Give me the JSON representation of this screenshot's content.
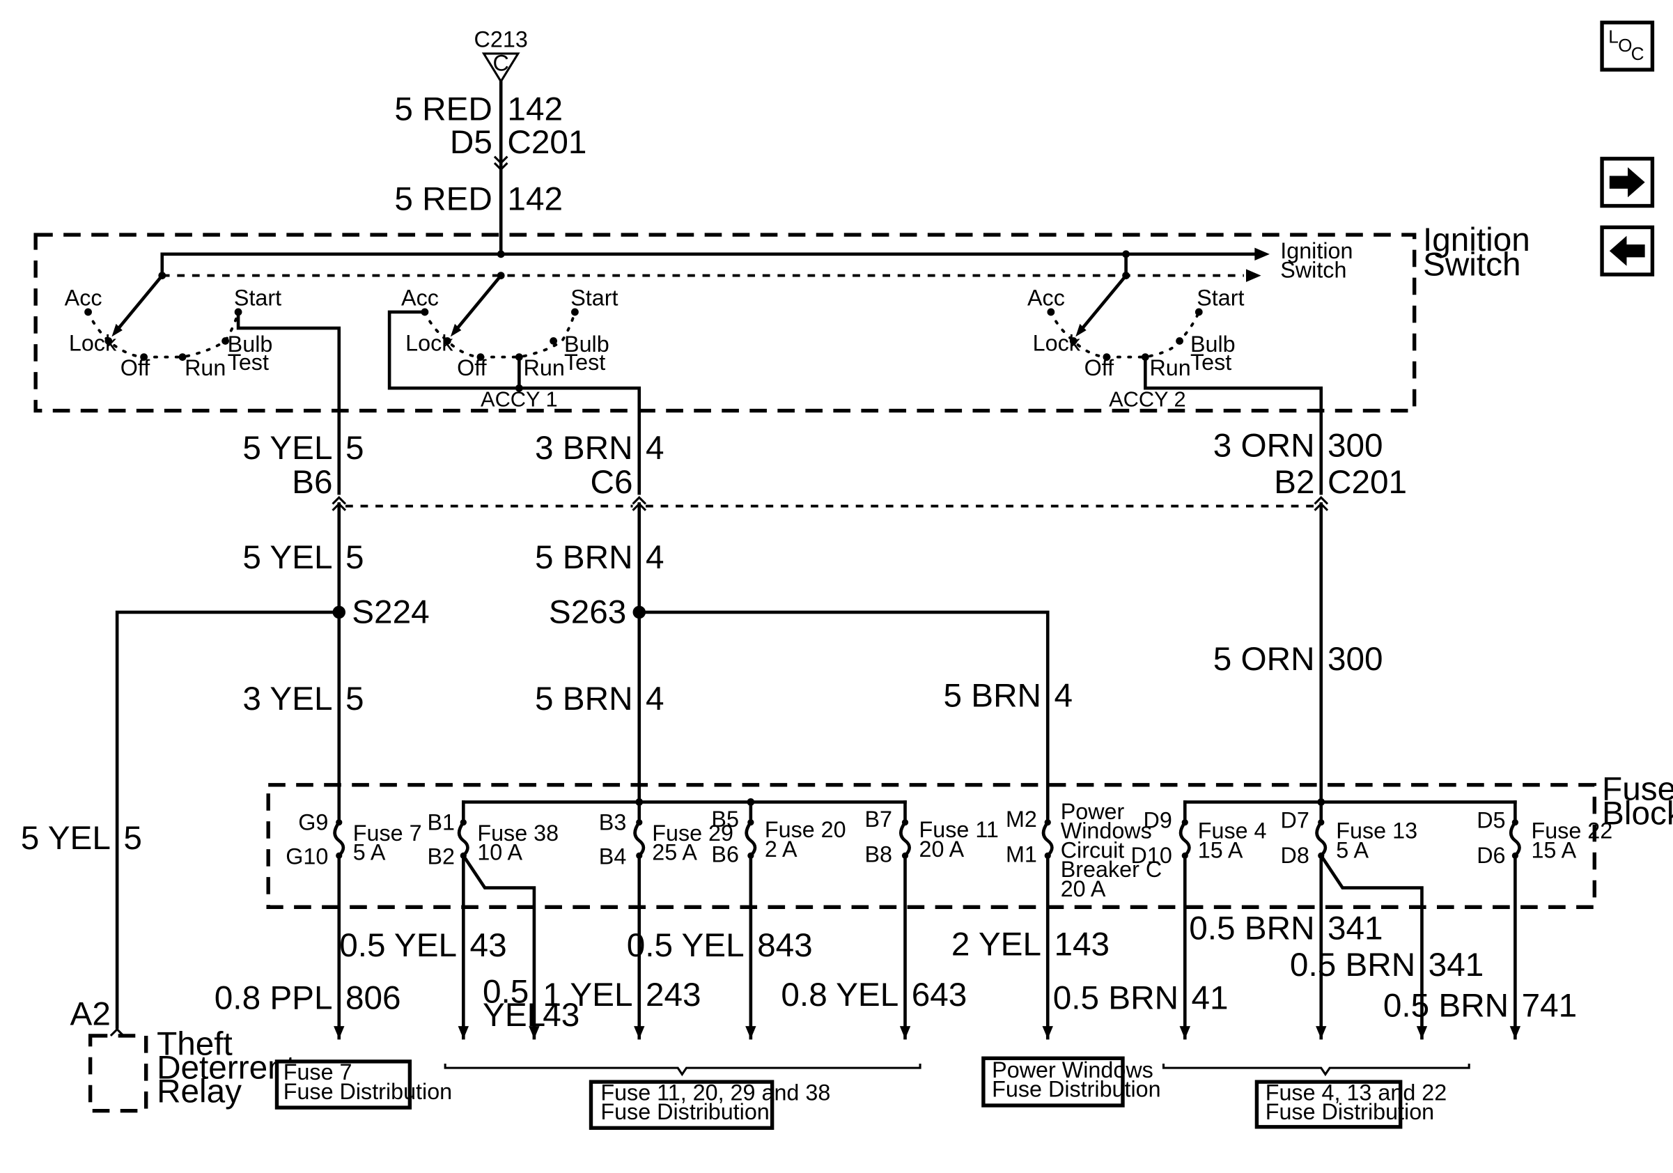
{
  "top_connector": {
    "name": "C213",
    "letter": "C"
  },
  "top_wires": {
    "w1_gauge": "5 RED",
    "w1_circuit": "142",
    "conn_pin": "D5",
    "conn_name": "C201",
    "w2_gauge": "5 RED",
    "w2_circuit": "142"
  },
  "ignition_switch": {
    "label_line1": "Ignition",
    "label_line2": "Switch",
    "box_line1": "Ignition",
    "box_line2": "Switch",
    "pos_acc": "Acc",
    "pos_start": "Start",
    "pos_lock": "Lock",
    "pos_off": "Off",
    "pos_run": "Run",
    "pos_bulb": "Bulb",
    "pos_test": "Test",
    "accy1": "ACCY 1",
    "accy2": "ACCY 2"
  },
  "upper_wires": {
    "a_gauge": "5 YEL",
    "a_circuit": "5",
    "a_pin": "B6",
    "b_gauge": "3 BRN",
    "b_circuit": "4",
    "b_pin": "C6",
    "c_gauge": "3 ORN",
    "c_circuit": "300",
    "c_pin": "B2",
    "c_conn": "C201",
    "a2_gauge": "5 YEL",
    "a2_circuit": "5",
    "b2_gauge": "5 BRN",
    "b2_circuit": "4"
  },
  "splices": {
    "s224": "S224",
    "s263": "S263"
  },
  "mid_wires": {
    "a3_gauge": "3 YEL",
    "a3_circuit": "5",
    "b3_gauge": "5 BRN",
    "b3_circuit": "4",
    "pw_gauge": "5 BRN",
    "pw_circuit": "4",
    "orn_gauge": "5 ORN",
    "orn_circuit": "300",
    "theft_gauge": "5 YEL",
    "theft_circuit": "5"
  },
  "fuse_block": {
    "label_line1": "Fuse",
    "label_line2": "Block"
  },
  "fuses": {
    "f7_in": "G9",
    "f7_out": "G10",
    "f7_name": "Fuse 7",
    "f7_rating": "5 A",
    "f38_in": "B1",
    "f38_out": "B2",
    "f38_name": "Fuse 38",
    "f38_rating": "10 A",
    "f29_in": "B3",
    "f29_out": "B4",
    "f29_name": "Fuse 29",
    "f29_rating": "25 A",
    "f20_in": "B5",
    "f20_out": "B6",
    "f20_name": "Fuse 20",
    "f20_rating": "2 A",
    "f11_in": "B7",
    "f11_out": "B8",
    "f11_name": "Fuse 11",
    "f11_rating": "20 A",
    "cb_in": "M2",
    "cb_out": "M1",
    "cb_l1": "Power",
    "cb_l2": "Windows",
    "cb_l3": "Circuit",
    "cb_l4": "Breaker C",
    "cb_l5": "20 A",
    "f4_in": "D9",
    "f4_out": "D10",
    "f4_name": "Fuse 4",
    "f4_rating": "15 A",
    "f13_in": "D7",
    "f13_out": "D8",
    "f13_name": "Fuse 13",
    "f13_rating": "5 A",
    "f22_in": "D5",
    "f22_out": "D6",
    "f22_name": "Fuse 22",
    "f22_rating": "15 A"
  },
  "lower_wires": {
    "ppl_gauge": "0.8 PPL",
    "ppl_circuit": "806",
    "y43_gauge": "0.5 YEL",
    "y43_circuit": "43",
    "y43b_gauge_l1": "0.5",
    "y43b_gauge_l2": "YEL",
    "y43b_circuit": "43",
    "y243_gauge": "1 YEL",
    "y243_circuit": "243",
    "y843_gauge": "0.5 YEL",
    "y843_circuit": "843",
    "y643_gauge": "0.8 YEL",
    "y643_circuit": "643",
    "y143_gauge": "2 YEL",
    "y143_circuit": "143",
    "b341_gauge": "0.5 BRN",
    "b341_circuit": "341",
    "b341b_gauge": "0.5 BRN",
    "b341b_circuit": "341",
    "b41_gauge": "0.5 BRN",
    "b41_circuit": "41",
    "b741_gauge": "0.5 BRN",
    "b741_circuit": "741"
  },
  "theft_relay": {
    "pin": "A2",
    "line1": "Theft",
    "line2": "Deterrent",
    "line3": "Relay"
  },
  "distribution": {
    "f7_l1": "Fuse 7",
    "f7_l2": "Fuse Distribution",
    "grp1_l1": "Fuse 11, 20, 29 and 38",
    "grp1_l2": "Fuse Distribution",
    "pw_l1": "Power Windows",
    "pw_l2": "Fuse Distribution",
    "grp2_l1": "Fuse 4, 13 and 22",
    "grp2_l2": "Fuse Distribution"
  },
  "nav": {
    "loc_l": "L",
    "loc_o": "O",
    "loc_c": "C",
    "next_icon": "arrow-right-icon",
    "prev_icon": "arrow-left-icon"
  }
}
